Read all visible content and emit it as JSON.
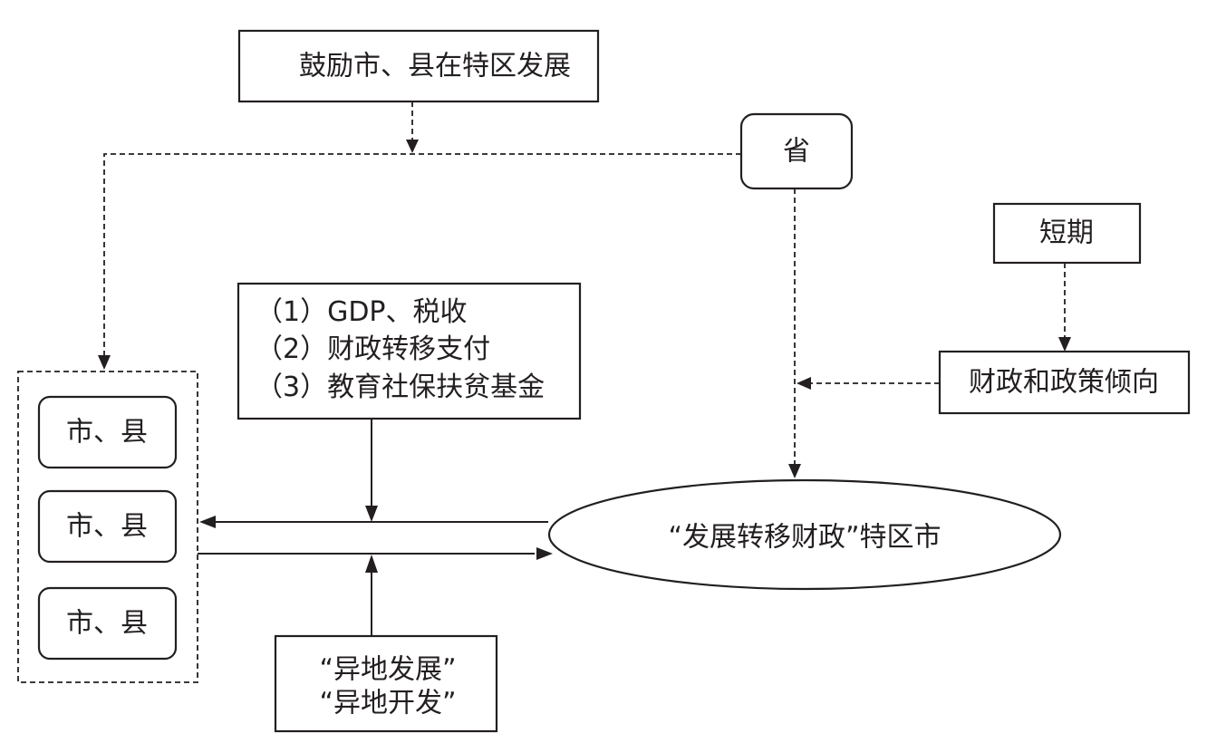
{
  "top_box": {
    "label": "鼓励市、县在特区发展"
  },
  "province": {
    "label": "省"
  },
  "short_term": {
    "label": "短期"
  },
  "fiscal_policy": {
    "label": "财政和政策倾向"
  },
  "indicators": {
    "lines": [
      "（1）GDP、税收",
      "（2）财政转移支付",
      "（3）教育社保扶贫基金"
    ]
  },
  "special_zone": {
    "label": "“发展转移财政”特区市"
  },
  "cities": [
    {
      "label": "市、县"
    },
    {
      "label": "市、县"
    },
    {
      "label": "市、县"
    }
  ],
  "offsite": {
    "lines": [
      "“异地发展”",
      "“异地开发”"
    ]
  }
}
